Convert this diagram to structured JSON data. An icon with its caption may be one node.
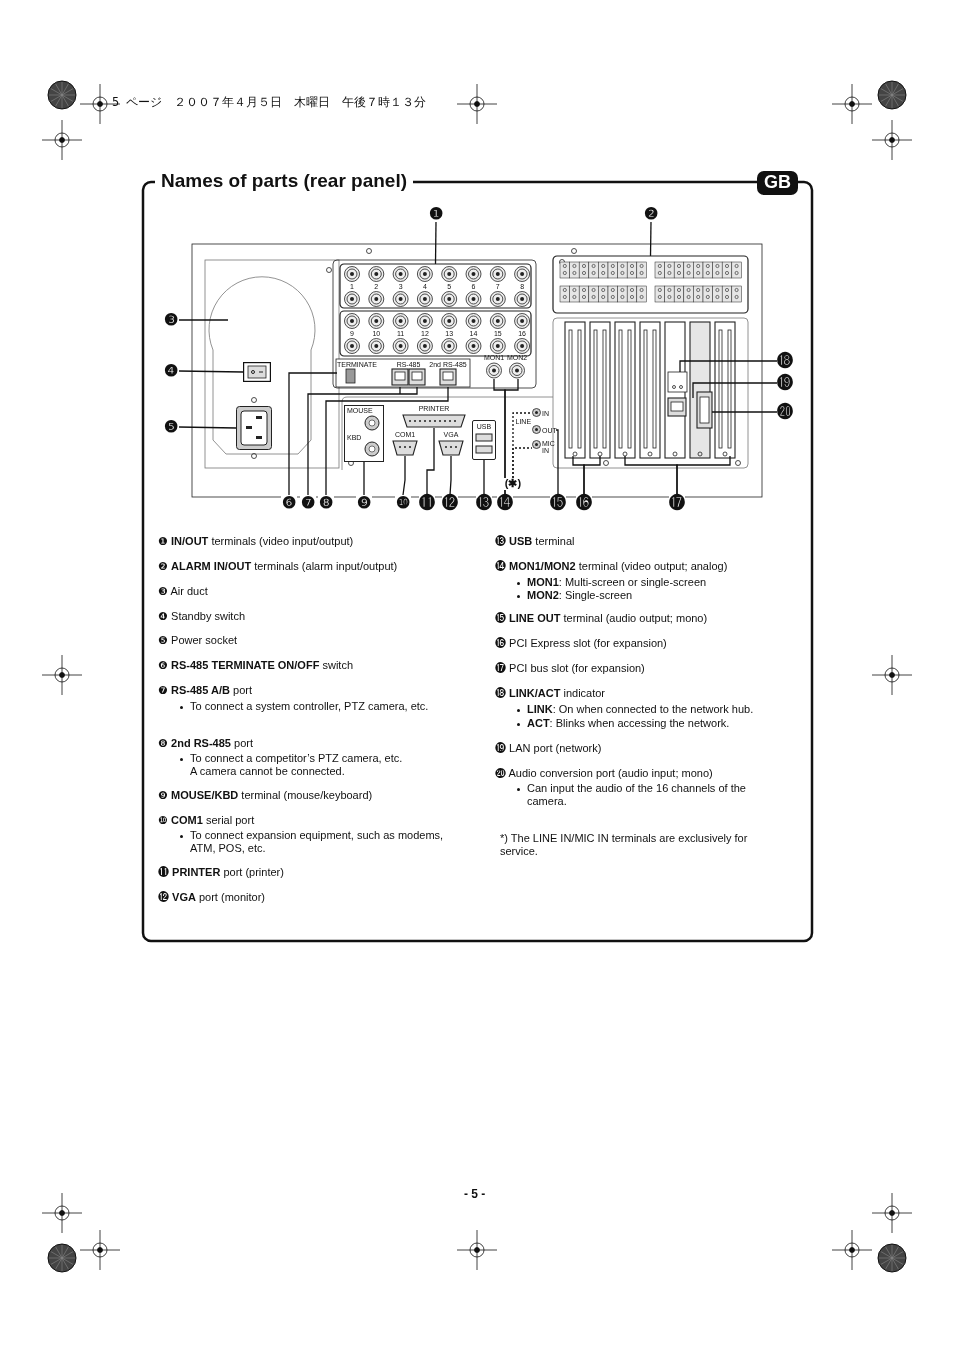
{
  "diagram": {
    "title": "Names of parts (rear panel)",
    "nodes": [
      {
        "text": [
          "❶"
        ]
      },
      {
        "text": [
          "❷"
        ]
      },
      {
        "text": [
          "❸"
        ]
      },
      {
        "text": [
          "❹"
        ]
      },
      {
        "text": [
          "❺"
        ]
      },
      {
        "text": [
          "❻"
        ]
      },
      {
        "text": [
          "❼"
        ]
      },
      {
        "text": [
          "❽"
        ]
      },
      {
        "text": [
          "❾"
        ]
      },
      {
        "text": [
          "❿"
        ]
      },
      {
        "text": [
          "⓫"
        ]
      },
      {
        "text": [
          "⓬"
        ]
      },
      {
        "text": [
          "⓭"
        ]
      },
      {
        "text": [
          "⓮"
        ]
      },
      {
        "text": [
          "⓯"
        ]
      },
      {
        "text": [
          "⓰"
        ]
      },
      {
        "text": [
          "⓱"
        ]
      },
      {
        "text": [
          "⓲"
        ]
      },
      {
        "text": [
          "⓳"
        ]
      },
      {
        "text": [
          "⓴"
        ]
      },
      {
        "text": [
          "(✱)"
        ]
      },
      {
        "text": [],
        "shape": "box"
      },
      {
        "text": [],
        "shape": "box"
      },
      {
        "text": [
          "MON1"
        ]
      },
      {
        "text": [
          "MON2"
        ]
      },
      {
        "text": [
          "MOUSE",
          "KBD"
        ]
      },
      {
        "text": [
          "PRINTER"
        ]
      },
      {
        "text": [
          "COM1"
        ]
      },
      {
        "text": [
          "VGA"
        ]
      },
      {
        "text": [
          "USB"
        ]
      },
      {
        "text": [
          "IN"
        ]
      },
      {
        "text": [
          "OUT"
        ]
      },
      {
        "text": [
          "MIC IN"
        ]
      },
      {
        "text": [
          "1",
          "2",
          "3",
          "4",
          "5",
          "6",
          "7",
          "8",
          "9",
          "10",
          "11",
          "12",
          "13",
          "14",
          "15",
          "16"
        ]
      },
      {
        "text": [],
        "shape": "box"
      },
      {
        "text": [
          "TERMINATE"
        ]
      },
      {
        "text": [
          "RS-485"
        ]
      },
      {
        "text": [
          "2nd RS-485"
        ]
      }
    ],
    "edges": [
      {
        "from": 0,
        "to": 33,
        "arrow": "none"
      },
      {
        "from": 1,
        "to": 34,
        "arrow": "none"
      },
      {
        "from": 2,
        "to": null,
        "arrow": "none"
      },
      {
        "from": 3,
        "to": 21,
        "arrow": "none"
      },
      {
        "from": 4,
        "to": 22,
        "arrow": "none"
      },
      {
        "from": 5,
        "to": 35,
        "arrow": "none"
      },
      {
        "from": 6,
        "to": 36,
        "arrow": "none"
      },
      {
        "from": 7,
        "to": 37,
        "arrow": "none"
      },
      {
        "from": 8,
        "to": 25,
        "arrow": "none"
      },
      {
        "from": 9,
        "to": 27,
        "arrow": "none"
      },
      {
        "from": 10,
        "to": 26,
        "arrow": "none"
      },
      {
        "from": 11,
        "to": 28,
        "arrow": "none"
      },
      {
        "from": 12,
        "to": 29,
        "arrow": "none"
      },
      {
        "from": 13,
        "to": 23,
        "arrow": "none"
      },
      {
        "from": 13,
        "to": 24,
        "arrow": "none"
      },
      {
        "from": 14,
        "to": 31,
        "arrow": "none"
      },
      {
        "from": 15,
        "to": null,
        "arrow": "none"
      },
      {
        "from": 15,
        "to": null,
        "arrow": "none"
      },
      {
        "from": 16,
        "to": null,
        "arrow": "none"
      },
      {
        "from": 16,
        "to": null,
        "arrow": "none"
      },
      {
        "from": 17,
        "to": null,
        "arrow": "none"
      },
      {
        "from": 18,
        "to": null,
        "arrow": "none"
      },
      {
        "from": 19,
        "to": null,
        "arrow": "none"
      },
      {
        "from": 20,
        "to": 30,
        "arrow": "none",
        "style": "dashed"
      },
      {
        "from": 20,
        "to": 32,
        "arrow": "none",
        "style": "dashed"
      }
    ],
    "labels": [
      "5 ページ　２００７年４月５日　木曜日　午後７時１３分",
      "GB",
      "LINE",
      "❶ **IN/OUT** terminals (video input/output)",
      "❷ **ALARM IN/OUT** terminals (alarm input/output)",
      "❸ Air duct",
      "❹ Standby switch",
      "❺ Power socket",
      "❻ **RS-485 TERMINATE ON/OFF** switch",
      "❼ **RS-485 A/B** port",
      "To connect a system controller, PTZ camera, etc.",
      "❽ **2nd RS-485** port",
      "To connect a competitor’s PTZ camera, etc.",
      "A camera cannot be connected.",
      "❾ **MOUSE/KBD** terminal (mouse/keyboard)",
      "❿ **COM1** serial port",
      "To connect expansion equipment, such as modems, ATM, POS, etc.",
      "⓫ **PRINTER** port (printer)",
      "⓬ **VGA** port (monitor)",
      "⓭ **USB** terminal",
      "⓮ **MON1/MON2** terminal (video output; analog)",
      "**MON1**: Multi-screen or single-screen",
      "**MON2**: Single-screen",
      "⓯ **LINE OUT** terminal (audio output; mono)",
      "⓰ PCI Express slot (for expansion)",
      "⓱ PCI bus slot (for expansion)",
      "⓲ **LINK/ACT** indicator",
      "**LINK**: On when connected to the network hub.",
      "**ACT**:  Blinks when accessing the network.",
      "⓳ LAN port (network)",
      "⓴ Audio conversion port (audio input; mono)",
      "Can input the audio of the 16 channels of the camera.",
      "*) The LINE IN/MIC IN terminals are exclusively for service.",
      "- 5 -"
    ]
  }
}
